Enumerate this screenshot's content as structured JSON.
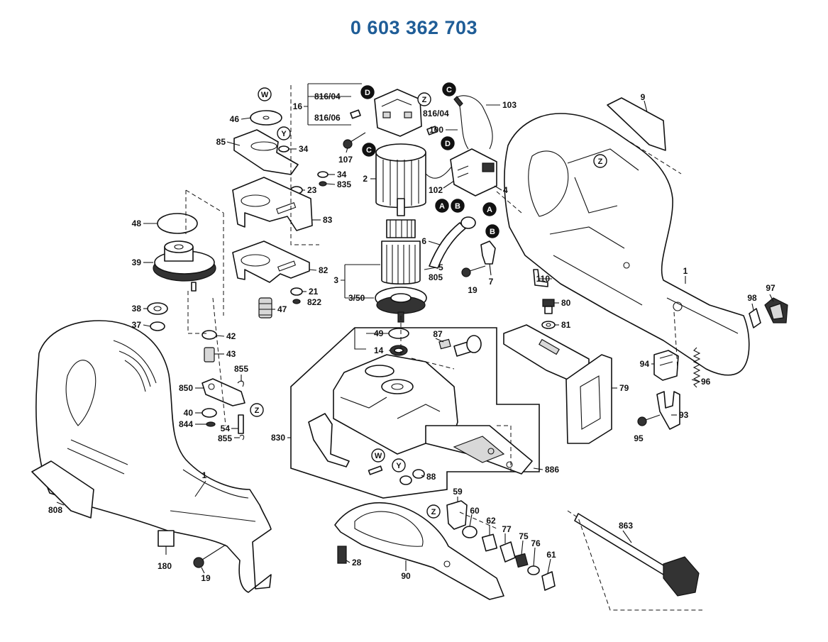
{
  "title": "0 603 362 703",
  "callouts": [
    {
      "id": "9",
      "text": "9"
    },
    {
      "id": "103",
      "text": "103"
    },
    {
      "id": "816-04-a",
      "text": "816/04"
    },
    {
      "id": "16",
      "text": "16"
    },
    {
      "id": "816-06",
      "text": "816/06"
    },
    {
      "id": "816-04-b",
      "text": "816/04"
    },
    {
      "id": "100",
      "text": "100"
    },
    {
      "id": "46",
      "text": "46"
    },
    {
      "id": "85",
      "text": "85"
    },
    {
      "id": "34-a",
      "text": "34"
    },
    {
      "id": "34-b",
      "text": "34"
    },
    {
      "id": "835",
      "text": "835"
    },
    {
      "id": "23",
      "text": "23"
    },
    {
      "id": "107",
      "text": "107"
    },
    {
      "id": "2",
      "text": "2"
    },
    {
      "id": "102",
      "text": "102"
    },
    {
      "id": "4",
      "text": "4"
    },
    {
      "id": "48",
      "text": "48"
    },
    {
      "id": "83",
      "text": "83"
    },
    {
      "id": "6",
      "text": "6"
    },
    {
      "id": "39",
      "text": "39"
    },
    {
      "id": "82",
      "text": "82"
    },
    {
      "id": "5",
      "text": "5"
    },
    {
      "id": "805",
      "text": "805"
    },
    {
      "id": "3",
      "text": "3"
    },
    {
      "id": "7",
      "text": "7"
    },
    {
      "id": "19-a",
      "text": "19"
    },
    {
      "id": "110",
      "text": "110"
    },
    {
      "id": "1-a",
      "text": "1"
    },
    {
      "id": "21",
      "text": "21"
    },
    {
      "id": "3-50",
      "text": "3/50"
    },
    {
      "id": "822",
      "text": "822"
    },
    {
      "id": "97",
      "text": "97"
    },
    {
      "id": "98",
      "text": "98"
    },
    {
      "id": "38",
      "text": "38"
    },
    {
      "id": "47",
      "text": "47"
    },
    {
      "id": "80",
      "text": "80"
    },
    {
      "id": "37",
      "text": "37"
    },
    {
      "id": "81",
      "text": "81"
    },
    {
      "id": "42",
      "text": "42"
    },
    {
      "id": "49",
      "text": "49"
    },
    {
      "id": "87",
      "text": "87"
    },
    {
      "id": "14",
      "text": "14"
    },
    {
      "id": "43",
      "text": "43"
    },
    {
      "id": "855-a",
      "text": "855"
    },
    {
      "id": "94",
      "text": "94"
    },
    {
      "id": "96",
      "text": "96"
    },
    {
      "id": "79",
      "text": "79"
    },
    {
      "id": "850",
      "text": "850"
    },
    {
      "id": "93",
      "text": "93"
    },
    {
      "id": "40",
      "text": "40"
    },
    {
      "id": "844",
      "text": "844"
    },
    {
      "id": "54",
      "text": "54"
    },
    {
      "id": "95",
      "text": "95"
    },
    {
      "id": "855-b",
      "text": "855"
    },
    {
      "id": "830",
      "text": "830"
    },
    {
      "id": "886",
      "text": "886"
    },
    {
      "id": "88",
      "text": "88"
    },
    {
      "id": "1-b",
      "text": "1"
    },
    {
      "id": "59",
      "text": "59"
    },
    {
      "id": "808",
      "text": "808"
    },
    {
      "id": "60",
      "text": "60"
    },
    {
      "id": "62",
      "text": "62"
    },
    {
      "id": "863",
      "text": "863"
    },
    {
      "id": "77",
      "text": "77"
    },
    {
      "id": "75",
      "text": "75"
    },
    {
      "id": "76",
      "text": "76"
    },
    {
      "id": "61",
      "text": "61"
    },
    {
      "id": "180",
      "text": "180"
    },
    {
      "id": "28",
      "text": "28"
    },
    {
      "id": "90",
      "text": "90"
    },
    {
      "id": "19-b",
      "text": "19"
    }
  ],
  "markers": [
    {
      "id": "W-1",
      "text": "W",
      "style": "outline"
    },
    {
      "id": "Y-1",
      "text": "Y",
      "style": "outline"
    },
    {
      "id": "D-1",
      "text": "D",
      "style": "filled"
    },
    {
      "id": "Z-1",
      "text": "Z",
      "style": "outline"
    },
    {
      "id": "C-1",
      "text": "C",
      "style": "filled"
    },
    {
      "id": "C-2",
      "text": "C",
      "style": "filled"
    },
    {
      "id": "D-2",
      "text": "D",
      "style": "filled"
    },
    {
      "id": "Z-2",
      "text": "Z",
      "style": "outline"
    },
    {
      "id": "A-1",
      "text": "A",
      "style": "filled"
    },
    {
      "id": "B-1",
      "text": "B",
      "style": "filled"
    },
    {
      "id": "A-2",
      "text": "A",
      "style": "filled"
    },
    {
      "id": "B-2",
      "text": "B",
      "style": "filled"
    },
    {
      "id": "Z-3",
      "text": "Z",
      "style": "outline"
    },
    {
      "id": "W-2",
      "text": "W",
      "style": "outline"
    },
    {
      "id": "Y-2",
      "text": "Y",
      "style": "outline"
    },
    {
      "id": "Z-4",
      "text": "Z",
      "style": "outline"
    }
  ],
  "colors": {
    "title": "#1f5d97",
    "ink": "#111111",
    "background": "#ffffff"
  }
}
